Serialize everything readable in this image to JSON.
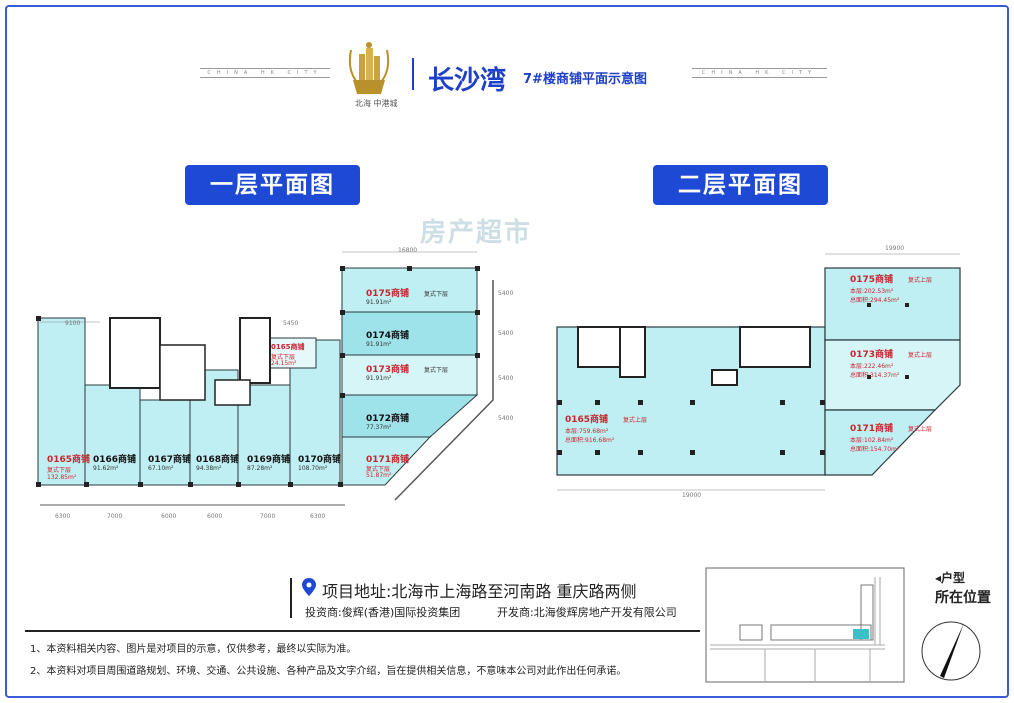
{
  "header": {
    "title": "长沙湾",
    "subtitle": "7#楼商铺平面示意图",
    "city_line": "CHINA HK CITY",
    "logo_text": "北海 中港城"
  },
  "floor1": {
    "title": "一层平面图",
    "units": [
      {
        "id": "0165商铺",
        "note": "复式下层",
        "area": "132.85m²",
        "red": true
      },
      {
        "id": "0166商铺",
        "area": "91.62m²"
      },
      {
        "id": "0167商铺",
        "area": "67.10m²"
      },
      {
        "id": "0168商铺",
        "area": "94.38m²"
      },
      {
        "id": "0169商铺",
        "area": "87.28m²"
      },
      {
        "id": "0170商铺",
        "area": "108.70m²"
      },
      {
        "id": "0165商铺",
        "note": "复式下层",
        "area": "24.15m²",
        "red": true
      },
      {
        "id": "0175商铺",
        "note": "复式下层",
        "area": "91.91m²",
        "red": true
      },
      {
        "id": "0174商铺",
        "area": "91.91m²"
      },
      {
        "id": "0173商铺",
        "note": "复式下层",
        "area": "91.91m²",
        "red": true
      },
      {
        "id": "0172商铺",
        "area": "77.37m²"
      },
      {
        "id": "0171商铺",
        "note": "复式下层",
        "area": "51.87m²",
        "red": true
      }
    ],
    "dims": [
      "9100",
      "5450",
      "16800",
      "6300",
      "7000",
      "6000",
      "6000",
      "7000",
      "6300",
      "5400",
      "5400",
      "5400",
      "5400"
    ]
  },
  "floor2": {
    "title": "二层平面图",
    "units": [
      {
        "id": "0165商铺",
        "note": "复式上层",
        "this_floor": "本层:759.68m²",
        "total": "总面积:916.68m²"
      },
      {
        "id": "0175商铺",
        "note": "复式上层",
        "this_floor": "本层:202.53m²",
        "total": "总面积:294.45m²"
      },
      {
        "id": "0173商铺",
        "note": "复式上层",
        "this_floor": "本层:222.46m²",
        "total": "总面积:314.37m²"
      },
      {
        "id": "0171商铺",
        "note": "复式上层",
        "this_floor": "本层:102.84m²",
        "total": "总面积:154.70m²"
      }
    ],
    "dims": [
      "19900",
      "19000"
    ]
  },
  "footer": {
    "address": "项目地址:北海市上海路至河南路  重庆路两侧",
    "investor": "投资商:俊辉(香港)国际投资集团",
    "developer": "开发商:北海俊辉房地产开发有限公司",
    "notes": [
      "1、本资料相关内容、图片是对项目的示意，仅供参考，最终以实际为准。",
      "2、本资料对项目周围道路规划、环境、交通、公共设施、各种产品及文字介绍，旨在提供相关信息，不意味本公司对此作出任何承诺。"
    ],
    "location_label_1": "◂户型",
    "location_label_2": "所在位置"
  },
  "watermark": "房产超市",
  "colors": {
    "brand": "#1e3fc8",
    "unit_fill": "#bfeff3",
    "red": "#c8262d"
  }
}
